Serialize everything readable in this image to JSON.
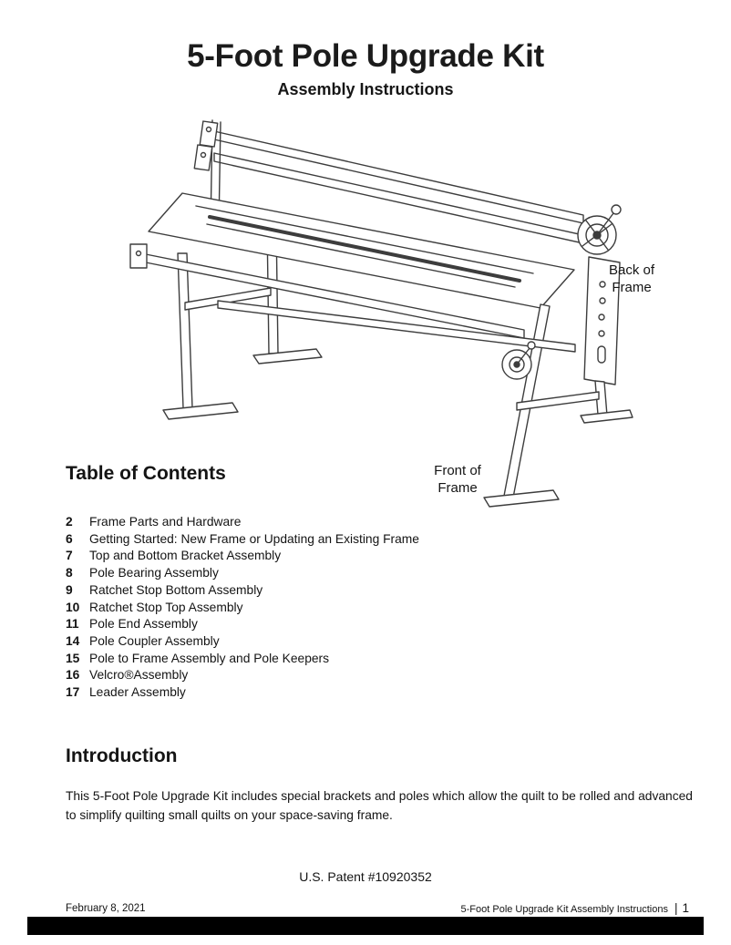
{
  "page": {
    "title": "5-Foot Pole Upgrade Kit",
    "subtitle": "Assembly Instructions"
  },
  "diagram": {
    "back_label": "Back of Frame",
    "front_label": "Front of Frame"
  },
  "toc": {
    "heading": "Table of Contents",
    "items": [
      {
        "page": "2",
        "label": "Frame Parts and Hardware"
      },
      {
        "page": "6",
        "label": "Getting Started:  New Frame or Updating an Existing Frame"
      },
      {
        "page": "7",
        "label": "Top and Bottom Bracket Assembly"
      },
      {
        "page": "8",
        "label": "Pole Bearing Assembly"
      },
      {
        "page": "9",
        "label": "Ratchet Stop Bottom Assembly"
      },
      {
        "page": "10",
        "label": "Ratchet Stop Top Assembly"
      },
      {
        "page": "11",
        "label": "Pole End Assembly"
      },
      {
        "page": "14",
        "label": "Pole Coupler Assembly"
      },
      {
        "page": "15",
        "label": "Pole to Frame Assembly and Pole Keepers"
      },
      {
        "page": "16",
        "label": "Velcro®Assembly"
      },
      {
        "page": "17",
        "label": "Leader Assembly"
      }
    ]
  },
  "intro": {
    "heading": "Introduction",
    "body": "This 5-Foot Pole Upgrade Kit includes special brackets and poles which allow the quilt to be rolled and advanced to simplify quilting small quilts on your space-saving frame."
  },
  "patent": "U.S. Patent #10920352",
  "footer": {
    "date": "February 8, 2021",
    "doc_title": "5-Foot Pole Upgrade Kit Assembly Instructions",
    "separator": "|",
    "page_number": "1"
  }
}
